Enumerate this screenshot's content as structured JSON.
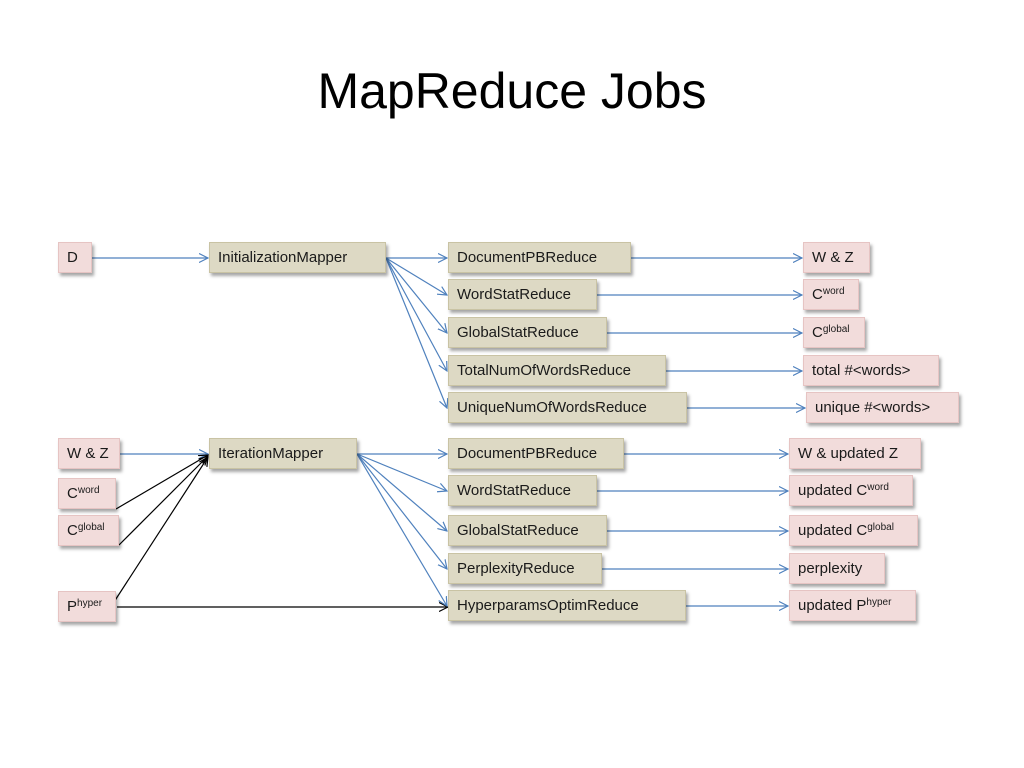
{
  "slide": {
    "title": "MapReduce Jobs"
  },
  "init_job": {
    "input": "D",
    "mapper": "InitializationMapper",
    "reducers": [
      "DocumentPBReduce",
      "WordStatReduce",
      "GlobalStatReduce",
      "TotalNumOfWordsReduce",
      "UniqueNumOfWordsReduce"
    ],
    "outputs": [
      {
        "text": "W & Z",
        "sup": ""
      },
      {
        "text": "C",
        "sup": "word"
      },
      {
        "text": "C",
        "sup": "global"
      },
      {
        "text": "total #<words>",
        "sup": ""
      },
      {
        "text": "unique #<words>",
        "sup": ""
      }
    ]
  },
  "iter_job": {
    "inputs": [
      {
        "text": "W & Z",
        "sup": ""
      },
      {
        "text": "C",
        "sup": "word"
      },
      {
        "text": "C",
        "sup": "global"
      },
      {
        "text": "P",
        "sup": "hyper"
      }
    ],
    "mapper": "IterationMapper",
    "reducers": [
      "DocumentPBReduce",
      "WordStatReduce",
      "GlobalStatReduce",
      "PerplexityReduce",
      "HyperparamsOptimReduce"
    ],
    "outputs": [
      {
        "text": "W & updated Z",
        "sup": ""
      },
      {
        "text": "updated C",
        "sup": "word"
      },
      {
        "text": "updated C",
        "sup": "global"
      },
      {
        "text": "perplexity",
        "sup": ""
      },
      {
        "text": "updated P",
        "sup": "hyper"
      }
    ]
  },
  "colors": {
    "input_output_fill": "#f2dcdb",
    "process_fill": "#ddd9c4",
    "arrow_blue": "#4f81bd",
    "arrow_black": "#000000"
  }
}
